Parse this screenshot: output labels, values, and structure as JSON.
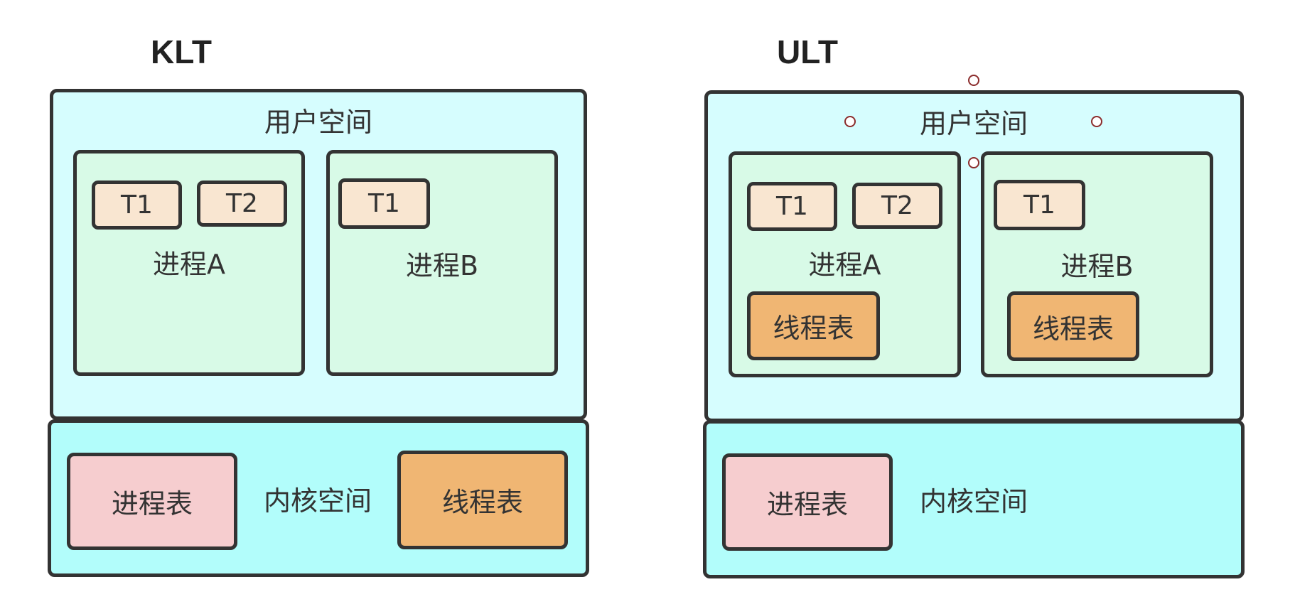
{
  "klt": {
    "title": "KLT",
    "user_space": "用户空间",
    "process_a": {
      "label": "进程A",
      "threads": [
        "T1",
        "T2"
      ]
    },
    "process_b": {
      "label": "进程B",
      "threads": [
        "T1"
      ]
    },
    "kernel_space": "内核空间",
    "process_table": "进程表",
    "thread_table": "线程表"
  },
  "ult": {
    "title": "ULT",
    "user_space": "用户空间",
    "process_a": {
      "label": "进程A",
      "threads": [
        "T1",
        "T2"
      ],
      "thread_table": "线程表"
    },
    "process_b": {
      "label": "进程B",
      "threads": [
        "T1"
      ],
      "thread_table": "线程表"
    },
    "kernel_space": "内核空间",
    "process_table": "进程表"
  },
  "colors": {
    "user_space": "#d6fdfe",
    "kernel_space": "#b2fdfb",
    "process": "#d8fae7",
    "thread": "#f9e6d1",
    "thread_table": "#f0b673",
    "process_table": "#f6cdcf",
    "border": "#333333"
  }
}
